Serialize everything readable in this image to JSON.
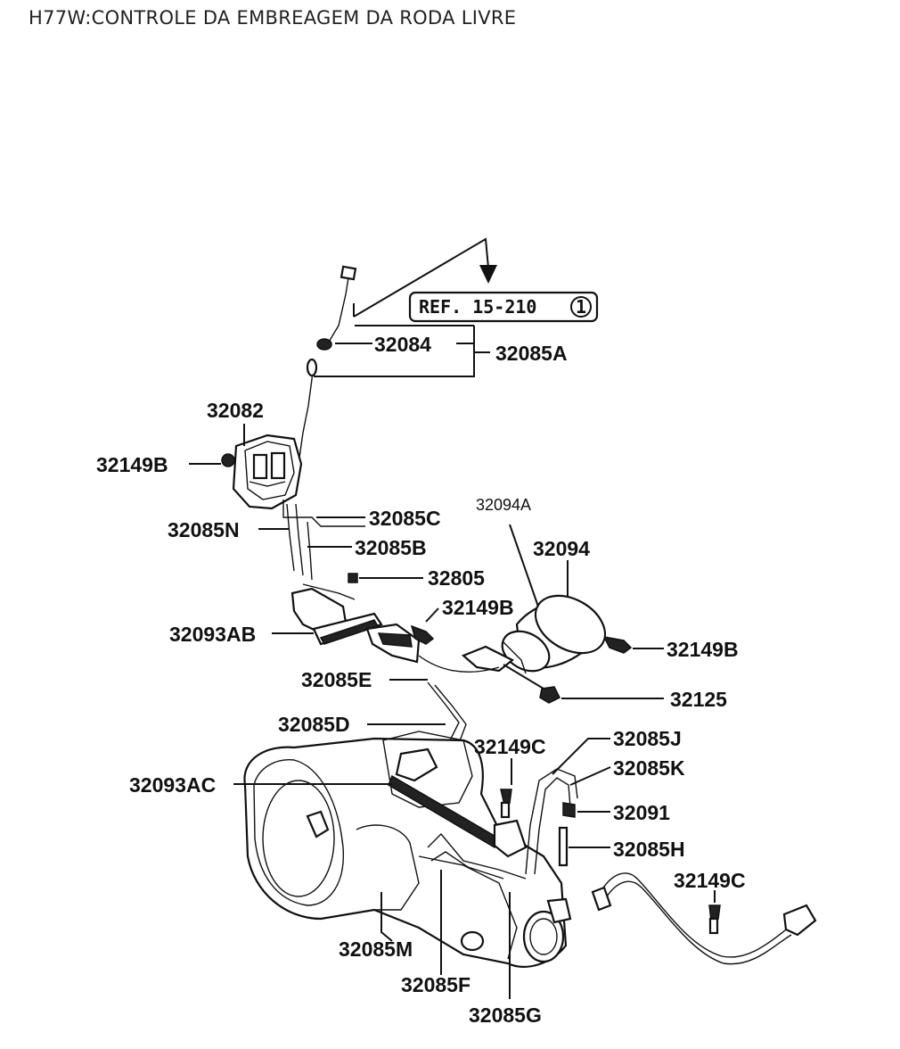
{
  "title": "H77W:CONTROLE DA EMBREAGEM DA RODA LIVRE",
  "ref_box": {
    "text": "REF. 15-210",
    "circle_mark": "1"
  },
  "labels": {
    "p32084": "32084",
    "p32085A": "32085A",
    "p32082": "32082",
    "p32149B_1": "32149B",
    "p32085C": "32085C",
    "p32085N": "32085N",
    "p32085B": "32085B",
    "p32094A": "32094A",
    "p32094": "32094",
    "p32805": "32805",
    "p32149B_2": "32149B",
    "p32093AB": "32093AB",
    "p32149B_3": "32149B",
    "p32085E": "32085E",
    "p32125": "32125",
    "p32085D": "32085D",
    "p32149C_1": "32149C",
    "p32085J": "32085J",
    "p32085K": "32085K",
    "p32093AC": "32093AC",
    "p32091": "32091",
    "p32085H": "32085H",
    "p32149C_2": "32149C",
    "p32085M": "32085M",
    "p32085F": "32085F",
    "p32085G": "32085G"
  }
}
